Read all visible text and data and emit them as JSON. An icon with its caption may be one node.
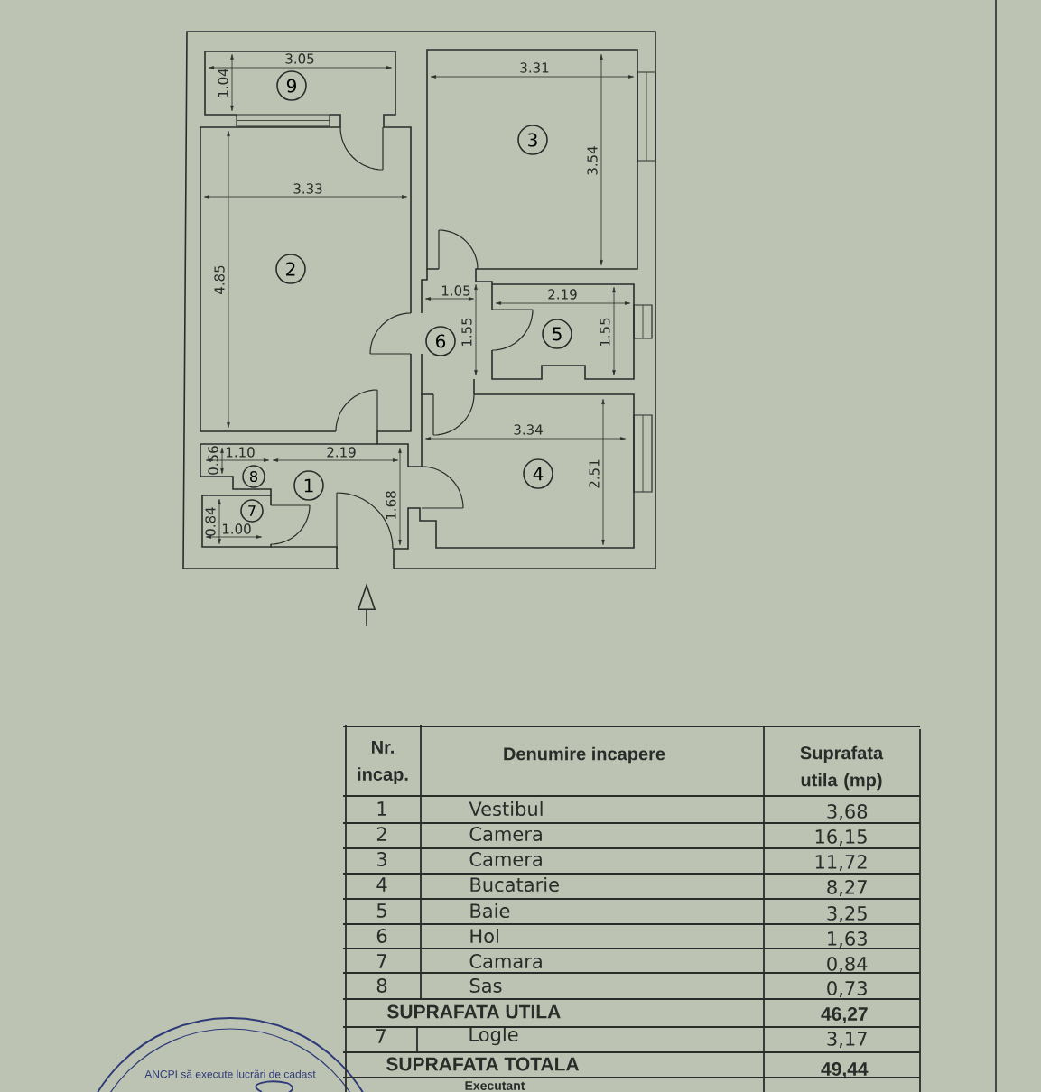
{
  "diagram": {
    "nodes": [
      {
        "text": [
          "9"
        ]
      },
      {
        "text": [
          "3"
        ]
      },
      {
        "text": [
          "2"
        ]
      },
      {
        "text": [
          "5"
        ]
      },
      {
        "text": [
          "6"
        ]
      },
      {
        "text": [
          "4"
        ]
      },
      {
        "text": [
          "8"
        ]
      },
      {
        "text": [
          "1"
        ]
      },
      {
        "text": [
          "7"
        ]
      }
    ],
    "labels": [
      "3.05",
      "1.04",
      "3.31",
      "3.33",
      "3.54",
      "1.05",
      "2.19",
      "1.55",
      "1.55",
      "4.85",
      "3.34",
      "0.56",
      "1.10",
      "2.19",
      "2.51",
      "1.68",
      "0.84",
      "1.00",
      "Nr. incap.",
      "Denumire incapere",
      "Suprafata utila (mp)",
      "1",
      "Vestibul",
      "3,68",
      "2",
      "Camera",
      "16,15",
      "3",
      "Camera",
      "11,72",
      "4",
      "Bucatarie",
      "8,27",
      "5",
      "Baie",
      "3,25",
      "6",
      "Hol",
      "1,63",
      "7",
      "Camara",
      "0,84",
      "8",
      "Sas",
      "0,73",
      "SUPRAFATA UTILA",
      "46,27",
      "7",
      "Logle",
      "3,17",
      "SUPRAFATA TOTALA",
      "49,44",
      "Executant",
      "ANCPI să execute lucrări de cadast"
    ]
  }
}
